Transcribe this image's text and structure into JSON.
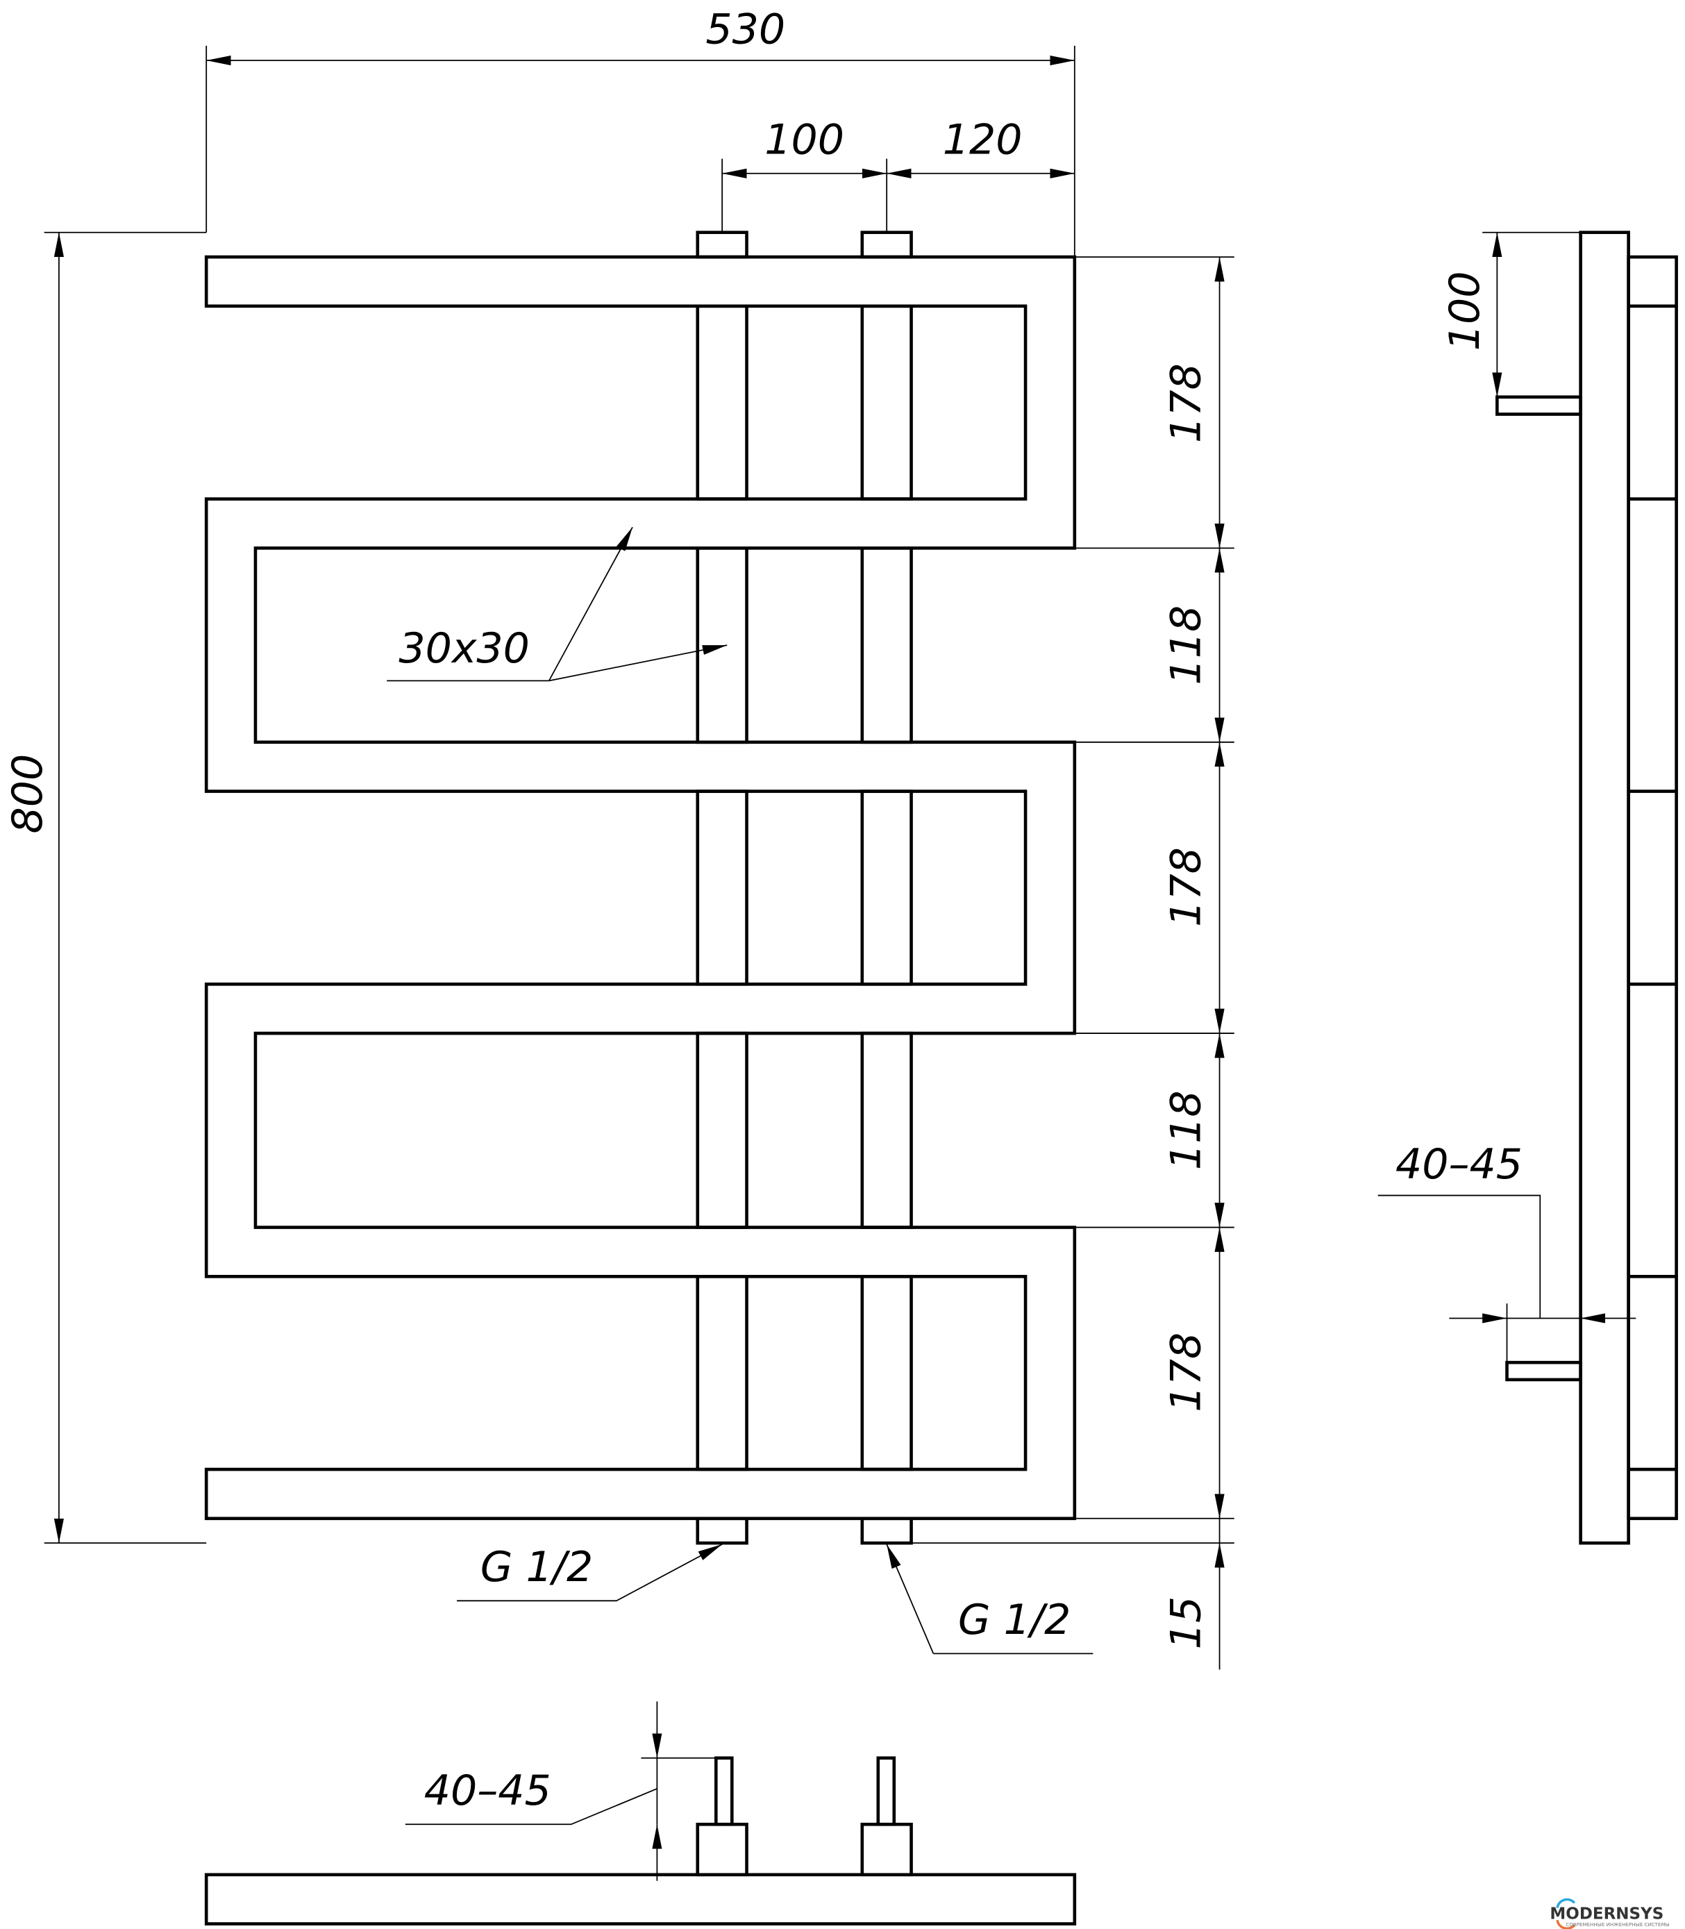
{
  "drawing": {
    "overall_width": "530",
    "offset_between_pipes": "100",
    "offset_right": "120",
    "overall_height": "800",
    "profile": "30x30",
    "right_dims": [
      "178",
      "118",
      "178",
      "118",
      "178"
    ],
    "nipple_length": "15",
    "thread_left": "G 1/2",
    "thread_right": "G 1/2",
    "side_top_offset": "100",
    "side_wall_gap": "40–45",
    "bottom_wall_gap": "40–45"
  },
  "logo": {
    "brand": "MODERNSYS",
    "tagline": "СОВРЕМЕННЫЕ ИНЖЕНЕРНЫЕ СИСТЕМЫ",
    "colors": [
      "#29a8e0",
      "#e8733a"
    ]
  }
}
